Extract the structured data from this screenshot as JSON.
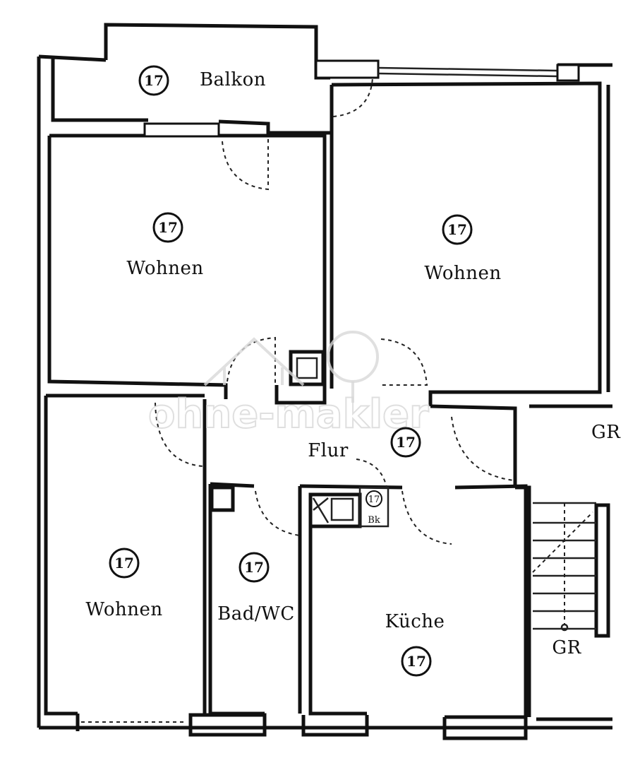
{
  "rooms": {
    "balcony": {
      "label": "Balkon",
      "number": "17"
    },
    "living_top_left": {
      "label": "Wohnen",
      "number": "17"
    },
    "living_top_right": {
      "label": "Wohnen",
      "number": "17"
    },
    "living_bottom_left": {
      "label": "Wohnen",
      "number": "17"
    },
    "hallway": {
      "label": "Flur",
      "number": "17"
    },
    "bathroom": {
      "label": "Bad/WC",
      "number": "17"
    },
    "kitchen": {
      "label": "Küche",
      "number": "17"
    },
    "utility": {
      "label": "Bk",
      "number": "17"
    },
    "stairwell_top": {
      "label": "GR"
    },
    "stairwell_bottom": {
      "label": "GR"
    }
  },
  "watermark": {
    "text": "ohne-makler"
  },
  "colors": {
    "lines": "#111111",
    "background": "#ffffff",
    "watermark": "#d8d8d8"
  }
}
